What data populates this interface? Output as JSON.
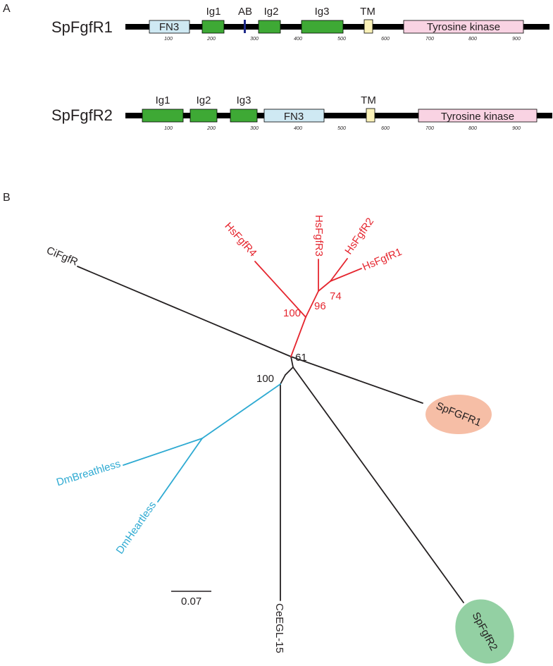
{
  "panel_a": {
    "letter": "A"
  },
  "panel_b": {
    "letter": "B"
  },
  "colors": {
    "backbone": "#000000",
    "fn3": "#cfe9f3",
    "ig": "#3ea935",
    "ab": "#1f2a8a",
    "tm": "#fbf2b8",
    "kinase": "#f9d3e3",
    "vertebrate_clade": "#e5262f",
    "insect_clade": "#2eaad2",
    "other_branch": "#231f20",
    "spfgfr1_ellipse": "#f6bea6",
    "spfgfr2_ellipse": "#93d0a3"
  },
  "proteins": [
    {
      "name": "SpFgfR1",
      "domains": [
        {
          "id": "fn3",
          "label": "FN3"
        },
        {
          "id": "ig1",
          "label": "Ig1"
        },
        {
          "id": "ab",
          "label": "AB"
        },
        {
          "id": "ig2",
          "label": "Ig2"
        },
        {
          "id": "ig3",
          "label": "Ig3"
        },
        {
          "id": "tm",
          "label": "TM"
        },
        {
          "id": "kinase",
          "label": "Tyrosine kinase"
        }
      ],
      "ticks": [
        "100",
        "200",
        "300",
        "400",
        "500",
        "600",
        "700",
        "800",
        "900"
      ]
    },
    {
      "name": "SpFgfR2",
      "domains": [
        {
          "id": "ig1",
          "label": "Ig1"
        },
        {
          "id": "ig2",
          "label": "Ig2"
        },
        {
          "id": "ig3",
          "label": "Ig3"
        },
        {
          "id": "fn3",
          "label": "FN3"
        },
        {
          "id": "tm",
          "label": "TM"
        },
        {
          "id": "kinase",
          "label": "Tyrosine kinase"
        }
      ],
      "ticks": [
        "100",
        "200",
        "300",
        "400",
        "500",
        "600",
        "700",
        "800",
        "900"
      ]
    }
  ],
  "tree": {
    "taxa": {
      "hsfgfr4": "HsFgfR4",
      "hsfgfr3": "HsFgfR3",
      "hsfgfr2": "HsFgfR2",
      "hsfgfr1": "HsFgfR1",
      "cifgfr": "CiFgfR",
      "spfgfr1": "SpFGFR1",
      "dmbreathless": "DmBreathless",
      "dmheartless": "DmHeartless",
      "ceegl15": "CeEGL-15",
      "spfgfr2": "SpFgfR2"
    },
    "bootstrap": {
      "b100_vertebrate": "100",
      "b96": "96",
      "b74": "74",
      "b61": "61",
      "b100_insect": "100"
    },
    "scale_bar": {
      "label": "0.07"
    }
  }
}
